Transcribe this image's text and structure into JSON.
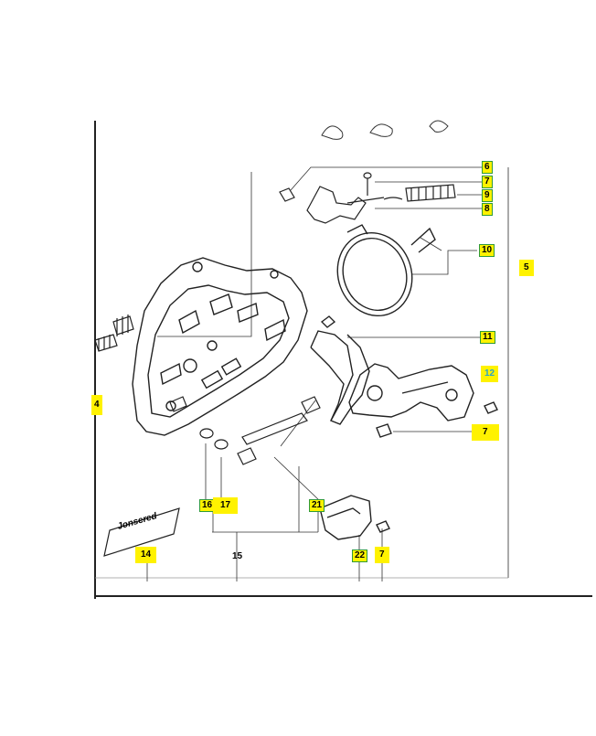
{
  "diagram": {
    "brand_label": "Jonsered",
    "callouts": {
      "c6": "6",
      "c7a": "7",
      "c9": "9",
      "c8": "8",
      "c10": "10",
      "c5": "5",
      "c11": "11",
      "c12": "12",
      "c7b": "7",
      "c4": "4",
      "c16": "16",
      "c17": "17",
      "c21": "21",
      "c14": "14",
      "c15": "15",
      "c22": "22",
      "c7c": "7"
    },
    "colors": {
      "highlight": "#fff200",
      "box_border": "#2f9a3a",
      "line": "#222222"
    }
  }
}
